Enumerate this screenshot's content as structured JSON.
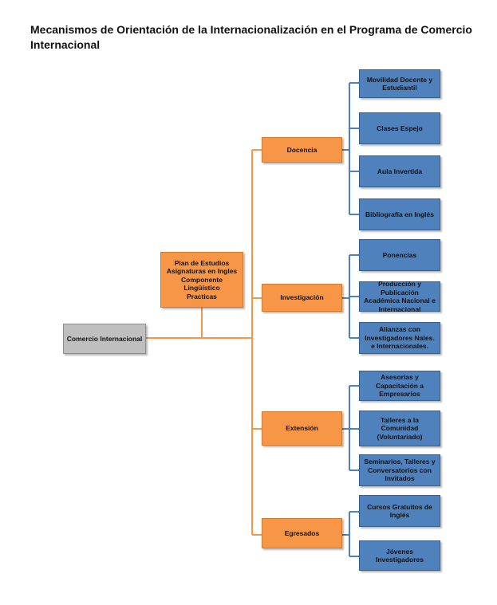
{
  "title": "Mecanismos de Orientación de la Internacionalización en el  Programa de Comercio Internacional",
  "colors": {
    "orange_line": "#f79646",
    "blue_line": "#4f81bd",
    "root_fill": "#bfbfbf"
  },
  "root": {
    "label": "Comercio Internacional"
  },
  "plan": {
    "lines": [
      "Plan de Estudios",
      "Asignaturas en Ingles",
      "Componente Lingüístico",
      "Practicas"
    ]
  },
  "branches": [
    {
      "label": "Docencia",
      "children": [
        "Movilidad Docente y Estudiantil",
        "Clases Espejo",
        "Aula Invertida",
        "Bibliografía en Inglés"
      ]
    },
    {
      "label": "Investigación",
      "children": [
        "Ponencias",
        "Producción y Publicación Académica Nacional e Internacional",
        "Alianzas con Investigadores Nales. e Internacionales."
      ]
    },
    {
      "label": "Extensión",
      "children": [
        "Asesorías y Capacitación a Empresarios",
        "Talleres a la Comunidad (Voluntariado)",
        "Seminarios, Talleres y Conversatorios con Invitados"
      ]
    },
    {
      "label": "Egresados",
      "children": [
        "Cursos Gratuitos de Inglés",
        "Jóvenes Investigadores"
      ]
    }
  ]
}
